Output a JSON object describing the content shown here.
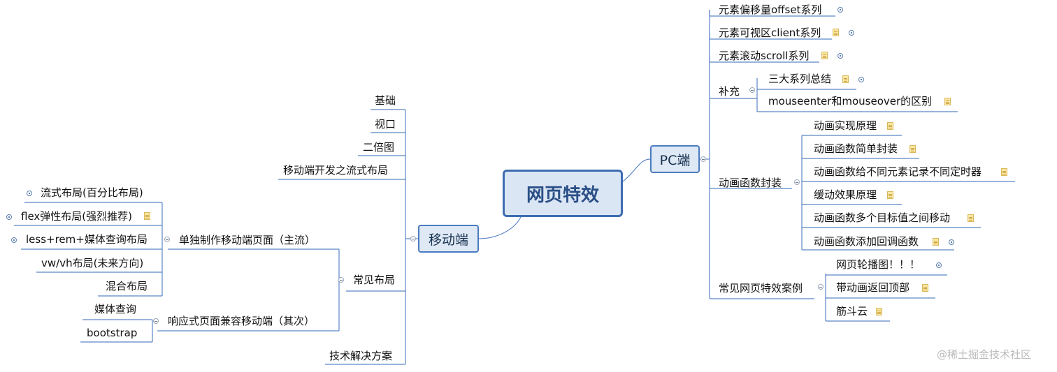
{
  "root": {
    "label": "网页特效"
  },
  "pc": {
    "label": "PC端",
    "offset": "元素偏移量offset系列",
    "client": "元素可视区client系列",
    "scroll": "元素滚动scroll系列",
    "supplement": {
      "label": "补充",
      "summary": "三大系列总结",
      "mouseenter": "mouseenter和mouseover的区别"
    },
    "animation": {
      "label": "动画函数封装",
      "items": [
        "动画实现原理",
        "动画函数简单封装",
        "动画函数给不同元素记录不同定时器",
        "缓动效果原理",
        "动画函数多个目标值之间移动",
        "动画函数添加回调函数"
      ]
    },
    "cases": {
      "label": "常见网页特效案例",
      "items": [
        "网页轮播图！！！",
        "带动画返回顶部",
        "筋斗云"
      ]
    }
  },
  "mobile": {
    "label": "移动端",
    "fluid": {
      "label": "移动端开发之流式布局",
      "items": [
        "基础",
        "视口",
        "二倍图"
      ]
    },
    "layouts": {
      "label": "常见布局",
      "standalone": {
        "label": "单独制作移动端页面（主流）",
        "items": [
          "流式布局(百分比布局)",
          "flex弹性布局(强烈推荐)",
          "less+rem+媒体查询布局",
          "vw/vh布局(未来方向)",
          "混合布局"
        ]
      },
      "responsive": {
        "label": "响应式页面兼容移动端（其次）",
        "items": [
          "媒体查询",
          "bootstrap"
        ]
      }
    },
    "solutions": "技术解决方案"
  },
  "watermark": "@稀土掘金技术社区"
}
